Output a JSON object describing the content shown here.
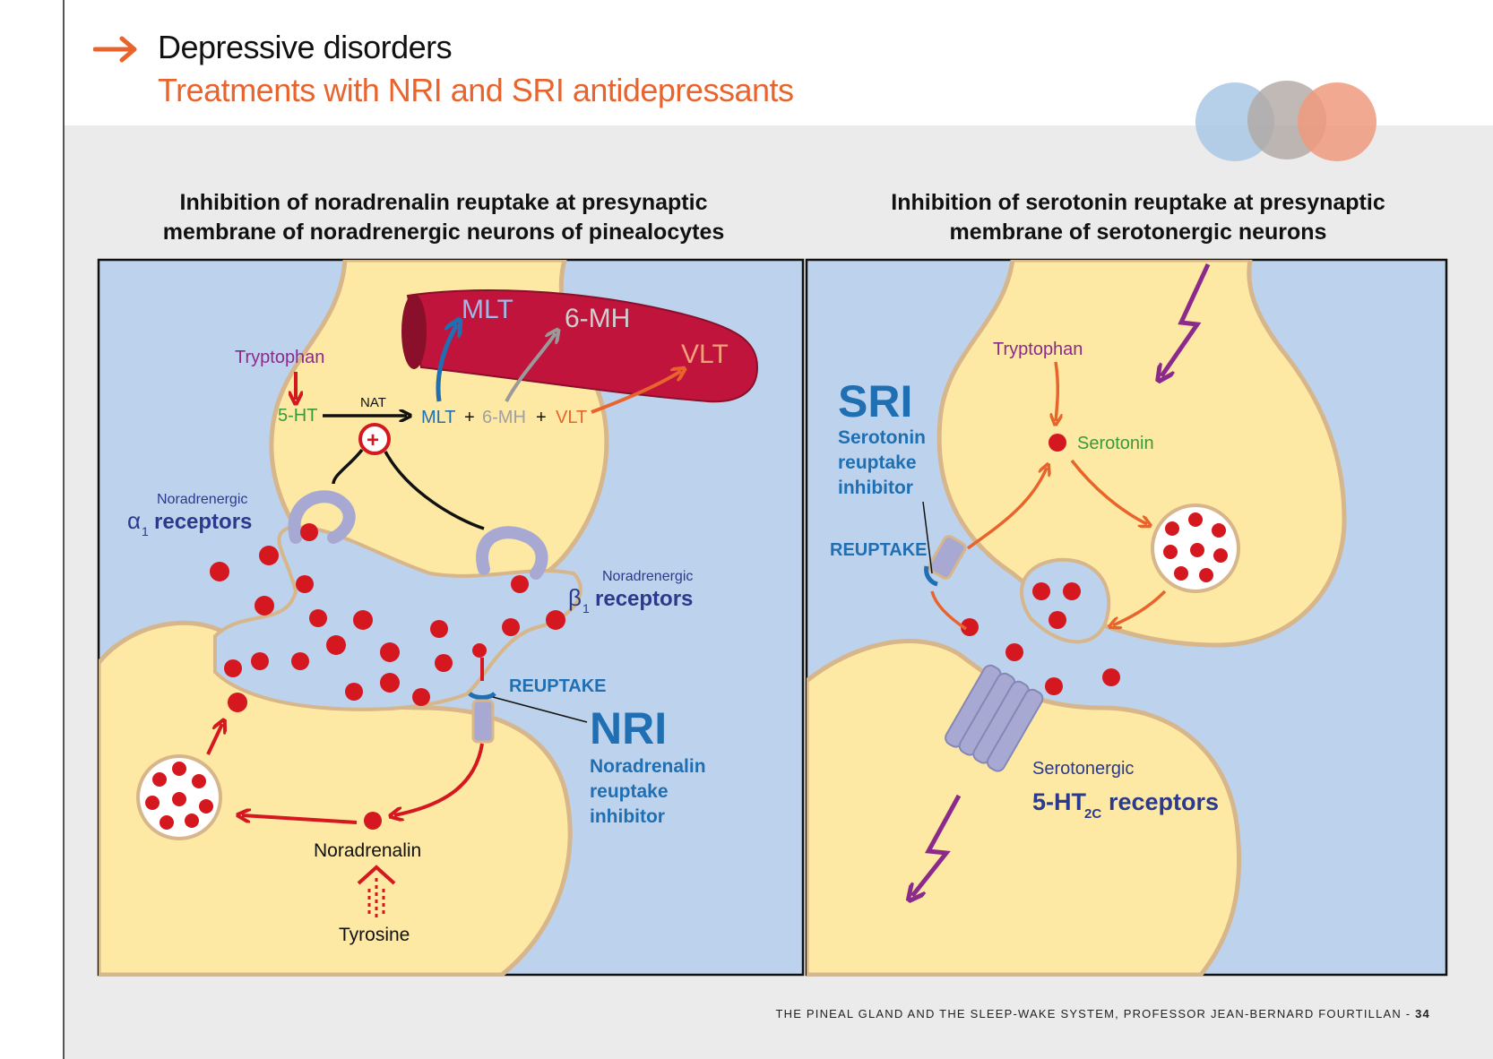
{
  "header": {
    "title": "Depressive disorders",
    "subtitle": "Treatments with NRI and SRI antidepressants"
  },
  "left_panel": {
    "title_line1": "Inhibition of noradrenalin reuptake at presynaptic",
    "title_line2": "membrane of noradrenergic neurons of pinealocytes",
    "blood": {
      "mlt": "MLT",
      "six_mh": "6-MH",
      "vlt": "VLT"
    },
    "tryptophan": "Tryptophan",
    "five_ht": "5-HT",
    "nat": "NAT",
    "eq_mlt": "MLT",
    "eq_plus1": "+",
    "eq_6mh": "6-MH",
    "eq_plus2": "+",
    "eq_vlt": "VLT",
    "alpha_small": "Noradrenergic",
    "alpha_symbol": "α",
    "alpha_sub": "1",
    "alpha_label": "receptors",
    "beta_small": "Noradrenergic",
    "beta_symbol": "β",
    "beta_sub": "1",
    "beta_label": "receptors",
    "reuptake": "REUPTAKE",
    "nri": "NRI",
    "nri_line1": "Noradrenalin",
    "nri_line2": "reuptake",
    "nri_line3": "inhibitor",
    "noradrenalin": "Noradrenalin",
    "tyrosine": "Tyrosine"
  },
  "right_panel": {
    "title_line1": "Inhibition of serotonin reuptake at presynaptic",
    "title_line2": "membrane of serotonergic neurons",
    "tryptophan": "Tryptophan",
    "serotonin": "Serotonin",
    "sri": "SRI",
    "sri_line1": "Serotonin",
    "sri_line2": "reuptake",
    "sri_line3": "inhibitor",
    "reuptake": "REUPTAKE",
    "receptor_small": "Serotonergic",
    "receptor_main": "5-HT",
    "receptor_sub": "2C",
    "receptor_label": "receptors"
  },
  "footer": {
    "text": "THE PINEAL GLAND AND THE SLEEP-WAKE SYSTEM, PROFESSOR JEAN-BERNARD FOURTILLAN -",
    "page": "34"
  },
  "colors": {
    "accent_orange": "#e8642c",
    "cell_yellow": "#fde9a4",
    "cleft_blue": "#bdd2ec",
    "blood_red": "#c0143c",
    "molecule_red": "#d5181f",
    "nri_blue": "#1f6fb2",
    "receptor_purple": "#a8a9d2",
    "signal_purple": "#8c2a8c",
    "label_navy": "#2b3a8c"
  }
}
